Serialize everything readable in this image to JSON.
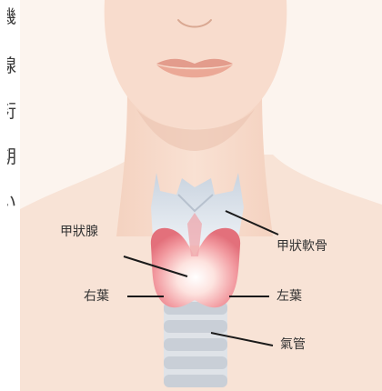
{
  "side_text": [
    "機",
    "腺",
    "衍",
    "期",
    "い"
  ],
  "labels": {
    "thyroid_cartilage": "甲狀軟骨",
    "thyroid_gland": "甲狀腺",
    "right_lobe": "右葉",
    "left_lobe": "左葉",
    "trachea": "氣管"
  },
  "colors": {
    "background": "#fcf4ee",
    "skin": "#f7dccd",
    "skin_shadow": "#e8bfa8",
    "lips": "#e7a08f",
    "cartilage": "#d4dce6",
    "cartilage_light": "#eef2f6",
    "gland": "#ee8f95",
    "gland_center": "#fff3ee",
    "trachea": "#dfe3e8",
    "trachea_ring": "#b9c0c9"
  }
}
